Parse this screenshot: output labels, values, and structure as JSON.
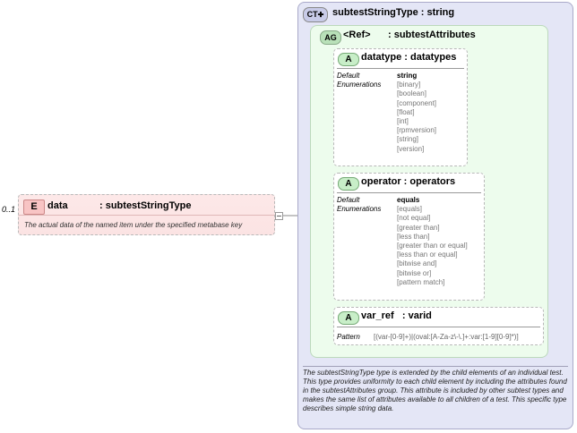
{
  "element": {
    "badge": "E",
    "name": "data",
    "type": ": subtestStringType",
    "cardinality": "0..1",
    "documentation": "The actual data of the named item under the specified metabase key"
  },
  "complex_type": {
    "badge": "CT",
    "title": "subtestStringType : string",
    "documentation": "The subtestStringType type is extended by the child elements of an individual test.  This type provides uniformity to each child element by including the attributes found in the subtestAttributes group.  This attribute is included by other subtest types and makes the same list of attributes available to all children of a test.  This specific type describes simple string data."
  },
  "attribute_group": {
    "badge": "AG",
    "ref": "<Ref>",
    "name": ": subtestAttributes"
  },
  "attributes": {
    "datatype": {
      "badge": "A",
      "name": "datatype : datatypes",
      "label_default": "Default",
      "label_enum": "Enumerations",
      "default": "string",
      "enumerations": [
        "[binary]",
        "[boolean]",
        "[component]",
        "[float]",
        "[int]",
        "[rpmversion]",
        "[string]",
        "[version]"
      ]
    },
    "operator": {
      "badge": "A",
      "name": "operator : operators",
      "label_default": "Default",
      "label_enum": "Enumerations",
      "default": "equals",
      "enumerations": [
        "[equals]",
        "[not equal]",
        "[greater than]",
        "[less than]",
        "[greater than or equal]",
        "[less than or equal]",
        "[bitwise and]",
        "[bitwise or]",
        "[pattern match]"
      ]
    },
    "var_ref": {
      "badge": "A",
      "name": "var_ref   : varid",
      "label_pattern": "Pattern",
      "pattern": "[(var-[0-9]+)|(oval:[A-Za-z\\-\\.]+:var:[1-9][0-9]*)]"
    }
  }
}
